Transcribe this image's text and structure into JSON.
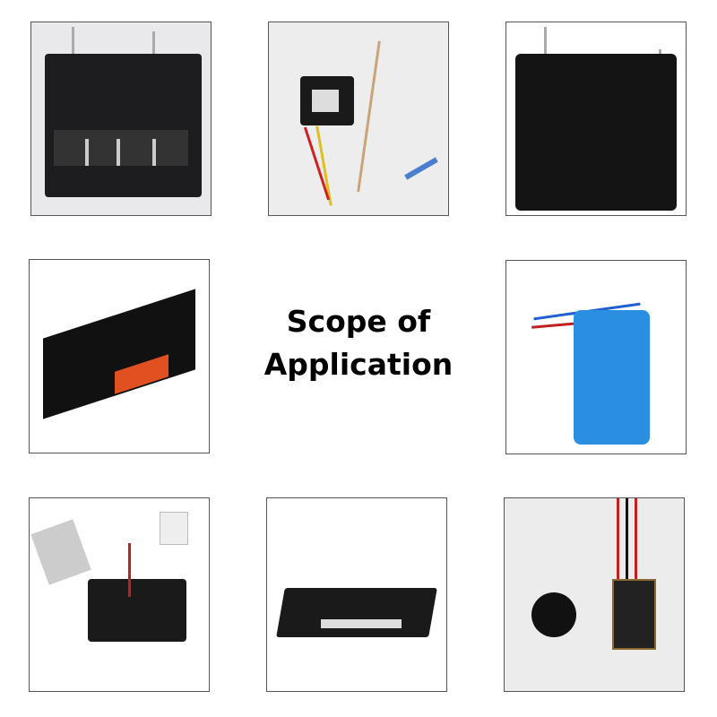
{
  "title": {
    "line1": "Scope of",
    "line2": "Application"
  },
  "tiles": [
    {
      "icon": "black-relay-module-image"
    },
    {
      "icon": "igniter-wiring-image"
    },
    {
      "icon": "black-relay-cube-image"
    },
    {
      "icon": "solar-charge-controller-image"
    },
    {
      "icon": "blue-battery-pack-image"
    },
    {
      "icon": "potted-transformer-image"
    },
    {
      "icon": "igbt-power-module-image"
    },
    {
      "icon": "circuit-board-sensor-image"
    }
  ],
  "colors": {
    "border": "#555555",
    "battery": "#2a8fe0",
    "text": "#000000"
  }
}
